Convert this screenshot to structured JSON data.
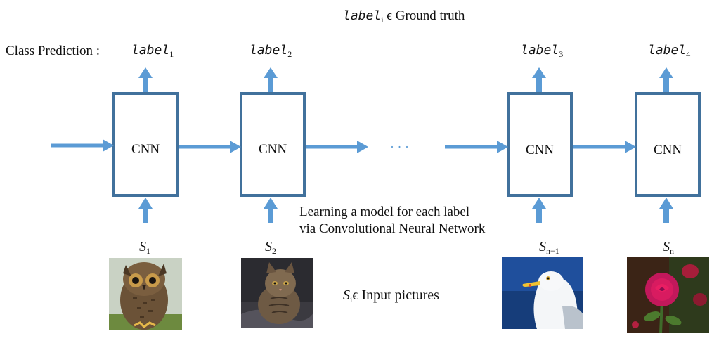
{
  "header": {
    "ground_truth_var": "label",
    "ground_truth_sub": "i",
    "ground_truth_text": "ϵ Ground truth"
  },
  "class_prediction_label": "Class Prediction :",
  "labels": [
    {
      "var": "label",
      "sub": "1"
    },
    {
      "var": "label",
      "sub": "2"
    },
    {
      "var": "label",
      "sub": "3"
    },
    {
      "var": "label",
      "sub": "4"
    }
  ],
  "cnn_label": "CNN",
  "ellipsis": "· · ·",
  "learning_text_line1": "Learning a model for each label",
  "learning_text_line2": "via Convolutional Neural Network",
  "inputs": [
    {
      "var": "S",
      "sub": "1",
      "picture": "owl"
    },
    {
      "var": "S",
      "sub": "2",
      "picture": "cat"
    },
    {
      "var": "S",
      "sub": "n−1",
      "picture": "seagull"
    },
    {
      "var": "S",
      "sub": "n",
      "picture": "rose"
    }
  ],
  "input_pictures_var": "S",
  "input_pictures_sub": "i",
  "input_pictures_text": "ϵ Input pictures",
  "colors": {
    "box_border": "#41719c",
    "arrow": "#5b9bd5"
  }
}
